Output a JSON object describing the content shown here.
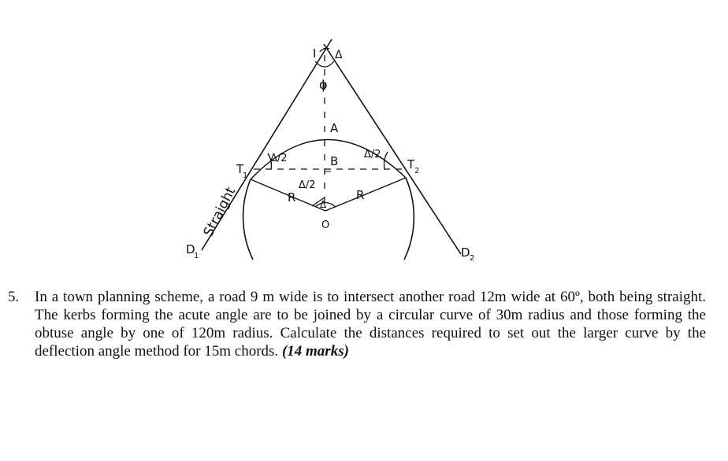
{
  "diagram": {
    "labels": {
      "I": "I",
      "delta": "Δ",
      "phi": "ϕ",
      "A": "A",
      "B": "B",
      "T1": "T",
      "T1_sub": "1",
      "T2": "T",
      "T2_sub": "2",
      "R_left": "R",
      "R_right": "R",
      "O": "O",
      "D1": "D",
      "D1_sub": "1",
      "D2": "D",
      "D2_sub": "2",
      "straight": "Straight",
      "half_delta": "Δ/2",
      "half_delta_num": "Δ",
      "half_delta_den": "2",
      "slash": "/"
    }
  },
  "question": {
    "number": "5.",
    "text": "In a town planning scheme, a road 9 m wide is to intersect another road 12m wide at 60º, both being straight.  The kerbs forming the acute angle are to be joined by a circular curve of 30m radius and those forming the obtuse angle by one of 120m radius.  Calculate the distances required to set out the larger curve by the deflection angle method for 15m chords.",
    "marks": "(14 marks)"
  }
}
